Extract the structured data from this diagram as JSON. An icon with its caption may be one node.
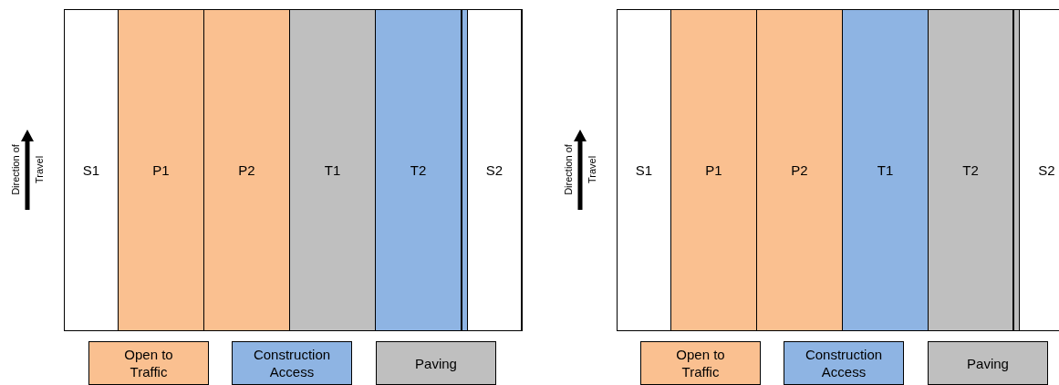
{
  "diagram": {
    "nodes": [
      {
        "text": [],
        "shape": "box"
      },
      {
        "text": [
          "S1"
        ],
        "in": 0
      },
      {
        "text": [
          "P1"
        ],
        "in": 0
      },
      {
        "text": [
          "P2"
        ],
        "in": 0
      },
      {
        "text": [
          "T1"
        ],
        "in": 0
      },
      {
        "text": [
          "T2"
        ],
        "in": 0
      },
      {
        "text": [],
        "shape": "bar",
        "in": 0
      },
      {
        "text": [
          "S2"
        ],
        "in": 0
      },
      {
        "text": [],
        "shape": "box"
      },
      {
        "text": [
          "S1"
        ],
        "in": 8
      },
      {
        "text": [
          "P1"
        ],
        "in": 8
      },
      {
        "text": [
          "P2"
        ],
        "in": 8
      },
      {
        "text": [
          "T1"
        ],
        "in": 8
      },
      {
        "text": [
          "T2"
        ],
        "in": 8
      },
      {
        "text": [],
        "shape": "bar",
        "in": 8
      },
      {
        "text": [
          "S2"
        ],
        "in": 8
      }
    ],
    "labels": [
      "Direction of Travel",
      "Direction of Travel"
    ],
    "legend": [
      {
        "text": "Open to Traffic",
        "color": "#fac090"
      },
      {
        "text": "Construction Access",
        "color": "#8eb4e3"
      },
      {
        "text": "Paving",
        "color": "#bfbfbf"
      },
      {
        "text": "Open to Traffic",
        "color": "#fac090"
      },
      {
        "text": "Construction Access",
        "color": "#8eb4e3"
      },
      {
        "text": "Paving",
        "color": "#bfbfbf"
      }
    ]
  }
}
